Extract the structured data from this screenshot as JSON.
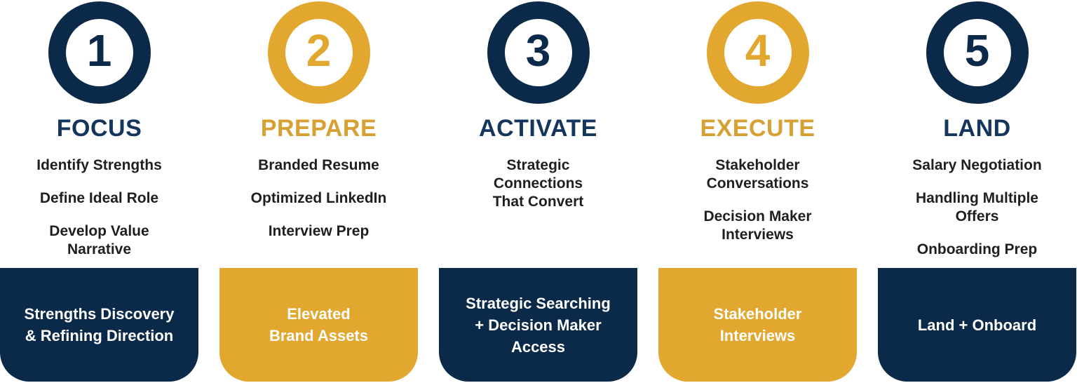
{
  "colors": {
    "navy_fill": "#0b2a4a",
    "navy_title": "#14355c",
    "gold_fill": "#e2a72e",
    "gold_title": "#d6a033",
    "item_text": "#1f1f1f",
    "footer_text": "#ffffff",
    "card_background": "#ffffff"
  },
  "steps": [
    {
      "number": "1",
      "theme": "navy",
      "title": "FOCUS",
      "items": [
        "Identify Strengths",
        "Define Ideal Role",
        "Develop Value\nNarrative"
      ],
      "footer": "Strengths Discovery\n& Refining Direction"
    },
    {
      "number": "2",
      "theme": "gold",
      "title": "PREPARE",
      "items": [
        "Branded Resume",
        "Optimized LinkedIn",
        "Interview Prep"
      ],
      "footer": "Elevated\nBrand Assets"
    },
    {
      "number": "3",
      "theme": "navy",
      "title": "ACTIVATE",
      "items": [
        "Strategic\nConnections\nThat Convert"
      ],
      "footer": "Strategic Searching\n+ Decision Maker\nAccess"
    },
    {
      "number": "4",
      "theme": "gold",
      "title": "EXECUTE",
      "items": [
        "Stakeholder\nConversations",
        "Decision Maker\nInterviews"
      ],
      "footer": "Stakeholder\nInterviews"
    },
    {
      "number": "5",
      "theme": "navy",
      "title": "LAND",
      "items": [
        "Salary Negotiation",
        "Handling Multiple\nOffers",
        "Onboarding Prep"
      ],
      "footer": "Land + Onboard"
    }
  ]
}
